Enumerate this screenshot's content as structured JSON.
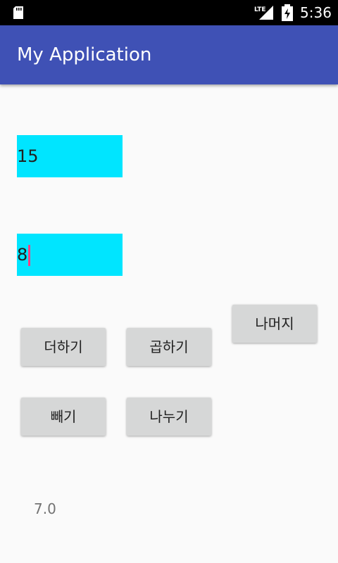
{
  "status_bar": {
    "time": "5:36",
    "network_label": "LTE",
    "icons": [
      "sd-card-icon",
      "lte-signal-icon",
      "battery-charging-icon"
    ]
  },
  "app_bar": {
    "title": "My Application",
    "color": "#3f51b5"
  },
  "inputs": {
    "first_value": "15",
    "second_value": "8",
    "field_color": "#00e5ff",
    "cursor_color": "#ff4081"
  },
  "buttons": {
    "add": "더하기",
    "multiply": "곱하기",
    "remainder": "나머지",
    "subtract": "빼기",
    "divide": "나누기"
  },
  "result": {
    "value": "7.0"
  }
}
